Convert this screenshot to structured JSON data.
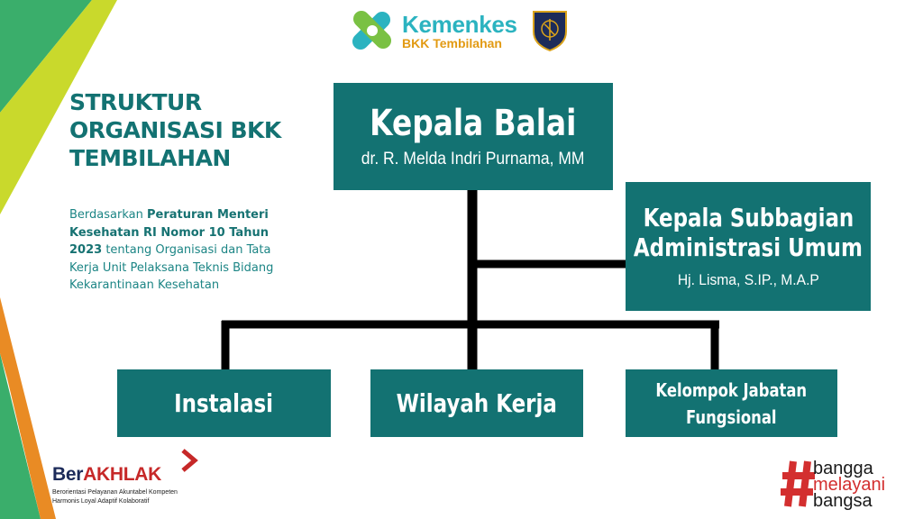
{
  "colors": {
    "teal": "#137272",
    "green": "#3aae6b",
    "yellow": "#c9d92c",
    "orange": "#e98b24",
    "connector": "#000000"
  },
  "header": {
    "logo_name": "Kemenkes",
    "logo_sub": "BKK Tembilahan",
    "seal": "kkp-emblem"
  },
  "title": {
    "line1": "STRUKTUR",
    "line2": "ORGANISASI BKK",
    "line3": "TEMBILAHAN"
  },
  "description": {
    "t1": "Berdasarkan ",
    "b1": "Peraturan Menteri Kesehatan RI Nomor 10 Tahun 2023",
    "t2": " tentang Organisasi dan Tata Kerja Unit Pelaksana Teknis Bidang Kekarantinaan Kesehatan"
  },
  "org": {
    "head": {
      "title": "Kepala Balai",
      "name": "dr. R. Melda Indri Purnama, MM"
    },
    "admin": {
      "title_line1": "Kepala Subbagian",
      "title_line2": "Administrasi Umum",
      "name": "Hj. Lisma, S.IP., M.A.P"
    },
    "units": [
      {
        "label": "Instalasi"
      },
      {
        "label": "Wilayah Kerja"
      },
      {
        "label_line1": "Kelompok Jabatan",
        "label_line2": "Fungsional"
      }
    ]
  },
  "berakhlak": {
    "prefix": "Ber",
    "name": "AKHLAK",
    "tagline_line1": "Berorientasi Pelayanan Akuntabel Kompeten",
    "tagline_line2": "Harmonis Loyal Adaptif Kolaboratif"
  },
  "hashtag": {
    "word1": "bangga",
    "word2": "melayani",
    "word3": "bangsa"
  }
}
